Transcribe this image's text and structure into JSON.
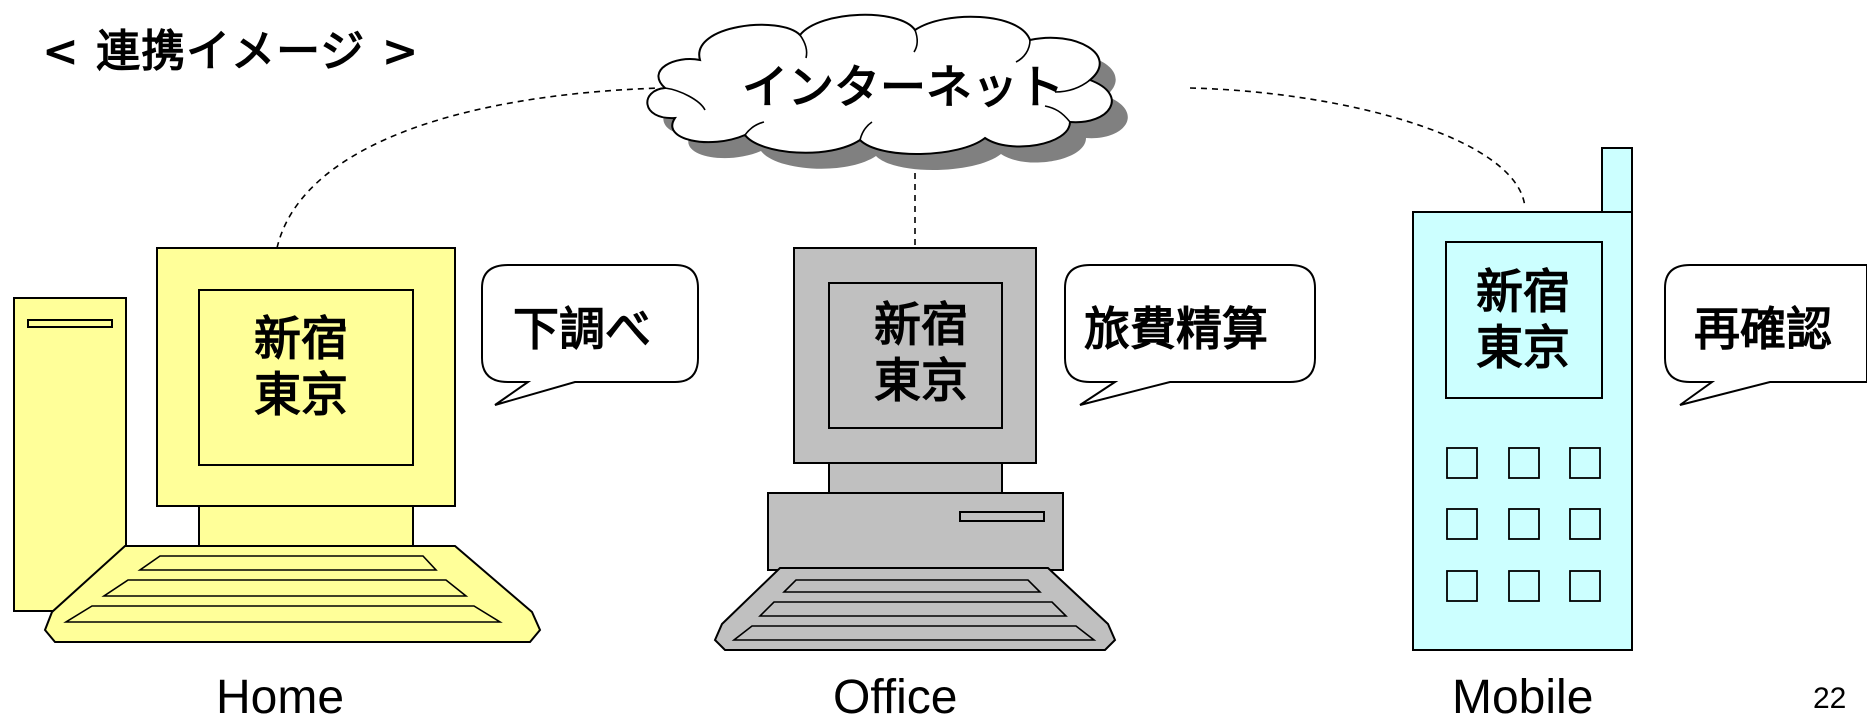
{
  "slide": {
    "title": "< 連携イメージ >",
    "page_number": "22"
  },
  "network": {
    "label": "インターネット",
    "shape": "cloud",
    "fill": "#ffffff",
    "shadow": "#808080"
  },
  "devices": {
    "home": {
      "caption": "Home",
      "icon": "desktop-computer-icon",
      "color": "#ffff99",
      "screen_lines": [
        "新宿",
        "東京"
      ],
      "speech": "下調べ"
    },
    "office": {
      "caption": "Office",
      "icon": "desktop-computer-icon",
      "color": "#c0c0c0",
      "screen_lines": [
        "新宿",
        "東京"
      ],
      "speech": "旅費精算"
    },
    "mobile": {
      "caption": "Mobile",
      "icon": "mobile-phone-icon",
      "color": "#ccffff",
      "screen_lines": [
        "新宿",
        "東京"
      ],
      "speech": "再確認"
    }
  },
  "connection_style": "dashed"
}
